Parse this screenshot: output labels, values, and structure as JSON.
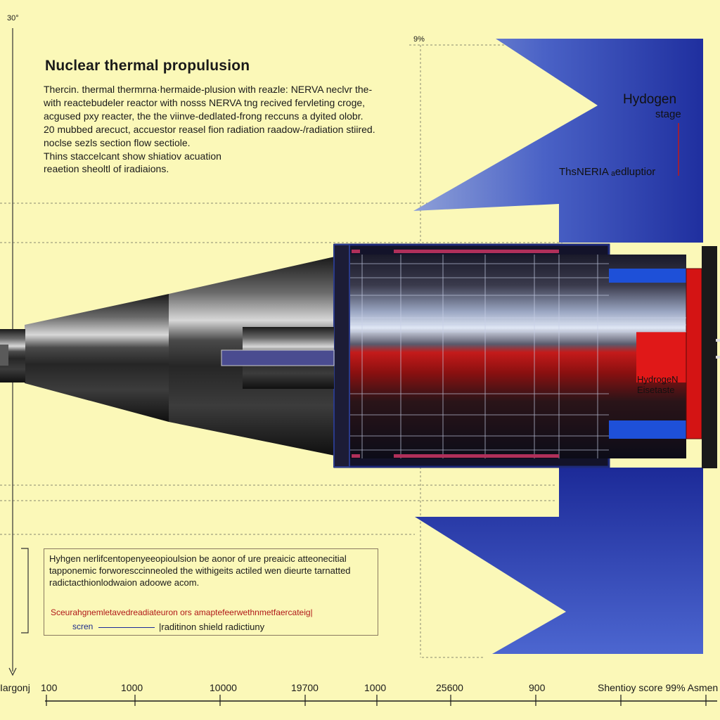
{
  "corner_label": "30°",
  "top_marker": "9%",
  "title": "Nuclear thermal propulusion",
  "description": [
    "Thercin. thermal thermrna·hermaide-plusion with reazle: NERVA neclvr the-",
    "with reactebudeler reactor with nossѕ NERVA tng recived fervleting croge,",
    "acgused pxy reacter, the the viinve-dedlated-frong reccuns a dyited olobr.",
    "20 mubbed arecuct, accuestor reasel fion radiation raadow-/radiation stiired.",
    "noclse sezls section flow sectiole."
  ],
  "description2": [
    "Thins staccelcant show shiatiov acuation",
    "reaetion sheoltl of iradiaions."
  ],
  "hydrogen_title": "Hydogen",
  "hydrogen_stage": "stage",
  "nerva_label": "ThsNERIA ₐedluptior",
  "core_label": [
    "HydrogeN",
    "Eisetaste"
  ],
  "note_lines": [
    "Hyhgen nerlifcentopenyeeopioulsion be aonor of ure preaicic atteonecitial",
    "tapponemic forworesccinneoled the withigeits actiled wen dieurte tarnatted",
    "radictacthionlodwaion adoowe acom."
  ],
  "note_red": "Sceurahgnemletavedreadiateuron ors amaptefeerwethnmetfaercateig|",
  "screen_label": "scren",
  "shield_label": "|raditinon  shield radictiuny",
  "axis_start_label": "Iargonj",
  "axis_ticks": [
    "100",
    "1000",
    "10000",
    "19700",
    "1000",
    "25600",
    "900"
  ],
  "axis_end_label": "Shentioy score 99%  Asmen",
  "colors": {
    "background": "#fbf8b8",
    "blue_stage": "#2a3fb0",
    "core_red": "#d41c1c",
    "nozzle_gray": "#4a4a4a",
    "core_dark": "#1c1c30"
  }
}
